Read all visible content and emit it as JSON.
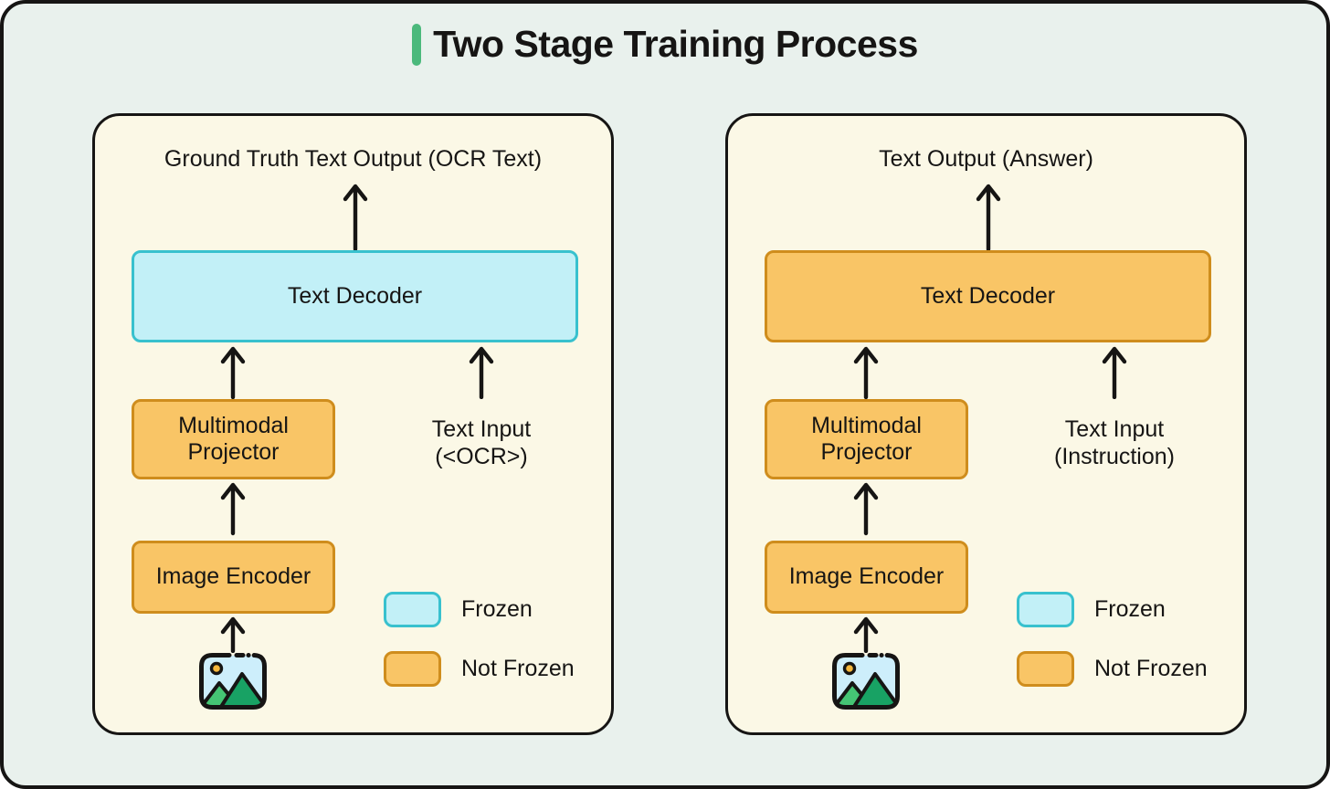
{
  "title": {
    "text": "Two Stage Training Process"
  },
  "colors": {
    "canvas-bg": "#e9f1ed",
    "panel-bg": "#fbf8e6",
    "outline": "#161514",
    "accent-green": "#4bb97c",
    "frozen-fill": "#c2f0f7",
    "frozen-border": "#38c1ce",
    "notfrozen-fill": "#f9c566",
    "notfrozen-border": "#cf8d1d",
    "text": "#161514"
  },
  "panels": [
    {
      "header": "Ground Truth Text Output (OCR Text)",
      "decoder_label": "Text Decoder",
      "decoder_state": "frozen",
      "projector_label": "Multimodal Projector",
      "encoder_label": "Image Encoder",
      "text_input_line1": "Text Input",
      "text_input_line2": "(<OCR>)",
      "legend": [
        {
          "label": "Frozen"
        },
        {
          "label": "Not Frozen"
        }
      ]
    },
    {
      "header": "Text Output (Answer)",
      "decoder_label": "Text Decoder",
      "decoder_state": "not_frozen",
      "projector_label": "Multimodal Projector",
      "encoder_label": "Image Encoder",
      "text_input_line1": "Text Input",
      "text_input_line2": "(Instruction)",
      "legend": [
        {
          "label": "Frozen"
        },
        {
          "label": "Not Frozen"
        }
      ]
    }
  ]
}
